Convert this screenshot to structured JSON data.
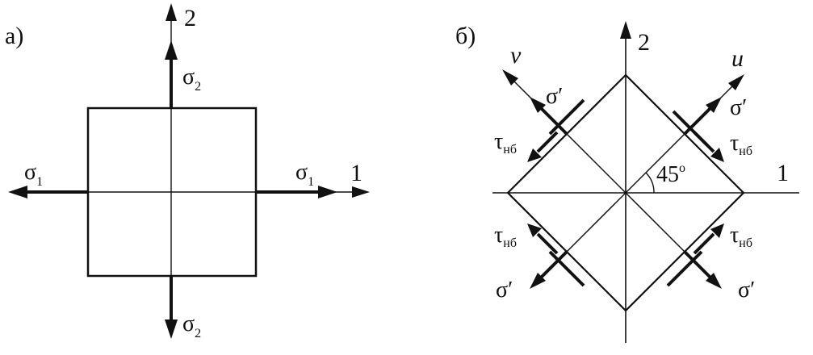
{
  "panel_a": {
    "label": "а)",
    "axis_1": "1",
    "axis_2": "2",
    "sigma": "σ",
    "sub_1": "1",
    "sub_2": "2"
  },
  "panel_b": {
    "label": "б)",
    "axis_1": "1",
    "axis_2": "2",
    "axis_u": "u",
    "axis_v": "v",
    "sigma_prime": "σ′",
    "tau": "τ",
    "tau_sub": "нб",
    "angle": "45",
    "angle_sup": "o"
  },
  "colors": {
    "ink": "#111111"
  }
}
